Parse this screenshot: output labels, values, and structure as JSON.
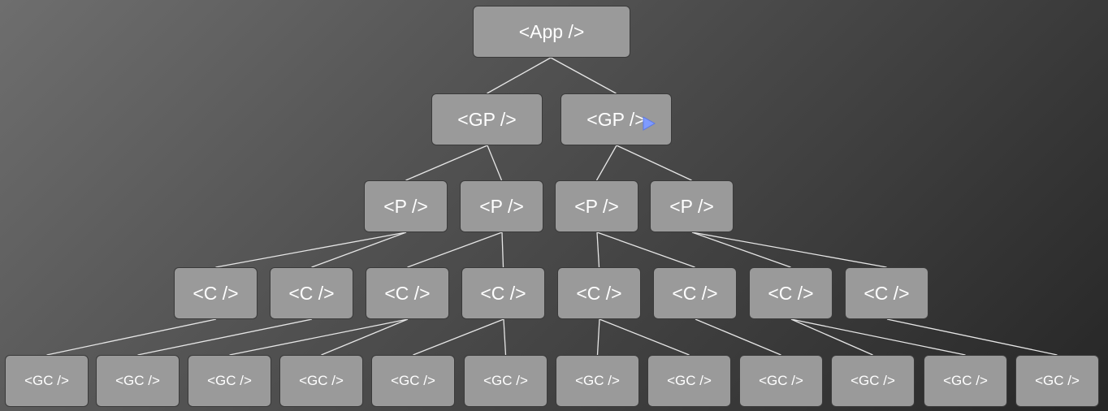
{
  "diagram": {
    "colors": {
      "node_fill": "#9a9a9a",
      "node_border": "#3a3a3a",
      "node_text": "#ffffff",
      "edge": "#e6e6e6",
      "cursor": "#7f9bff"
    },
    "cursor_icon": "pointer-arrow-icon",
    "nodes": [
      {
        "id": "app",
        "label": "<App />",
        "level": 0,
        "children": [
          "gp1",
          "gp2"
        ]
      },
      {
        "id": "gp1",
        "label": "<GP />",
        "level": 1,
        "children": [
          "p1",
          "p2"
        ]
      },
      {
        "id": "gp2",
        "label": "<GP />",
        "level": 1,
        "children": [
          "p3",
          "p4"
        ]
      },
      {
        "id": "p1",
        "label": "<P />",
        "level": 2,
        "children": [
          "c1",
          "c2"
        ]
      },
      {
        "id": "p2",
        "label": "<P />",
        "level": 2,
        "children": [
          "c3",
          "c4"
        ]
      },
      {
        "id": "p3",
        "label": "<P />",
        "level": 2,
        "children": [
          "c5",
          "c6"
        ]
      },
      {
        "id": "p4",
        "label": "<P />",
        "level": 2,
        "children": [
          "c7",
          "c8"
        ]
      },
      {
        "id": "c1",
        "label": "<C />",
        "level": 3,
        "children": [
          "gc1"
        ]
      },
      {
        "id": "c2",
        "label": "<C />",
        "level": 3,
        "children": [
          "gc2"
        ]
      },
      {
        "id": "c3",
        "label": "<C />",
        "level": 3,
        "children": [
          "gc3",
          "gc4"
        ]
      },
      {
        "id": "c4",
        "label": "<C />",
        "level": 3,
        "children": [
          "gc5",
          "gc6"
        ]
      },
      {
        "id": "c5",
        "label": "<C />",
        "level": 3,
        "children": [
          "gc7",
          "gc8"
        ]
      },
      {
        "id": "c6",
        "label": "<C />",
        "level": 3,
        "children": [
          "gc9"
        ]
      },
      {
        "id": "c7",
        "label": "<C />",
        "level": 3,
        "children": [
          "gc10",
          "gc11"
        ]
      },
      {
        "id": "c8",
        "label": "<C />",
        "level": 3,
        "children": [
          "gc12"
        ]
      },
      {
        "id": "gc1",
        "label": "<GC />",
        "level": 4,
        "children": []
      },
      {
        "id": "gc2",
        "label": "<GC />",
        "level": 4,
        "children": []
      },
      {
        "id": "gc3",
        "label": "<GC />",
        "level": 4,
        "children": []
      },
      {
        "id": "gc4",
        "label": "<GC />",
        "level": 4,
        "children": []
      },
      {
        "id": "gc5",
        "label": "<GC />",
        "level": 4,
        "children": []
      },
      {
        "id": "gc6",
        "label": "<GC />",
        "level": 4,
        "children": []
      },
      {
        "id": "gc7",
        "label": "<GC />",
        "level": 4,
        "children": []
      },
      {
        "id": "gc8",
        "label": "<GC />",
        "level": 4,
        "children": []
      },
      {
        "id": "gc9",
        "label": "<GC />",
        "level": 4,
        "children": []
      },
      {
        "id": "gc10",
        "label": "<GC />",
        "level": 4,
        "children": []
      },
      {
        "id": "gc11",
        "label": "<GC />",
        "level": 4,
        "children": []
      },
      {
        "id": "gc12",
        "label": "<GC />",
        "level": 4,
        "children": []
      }
    ]
  }
}
